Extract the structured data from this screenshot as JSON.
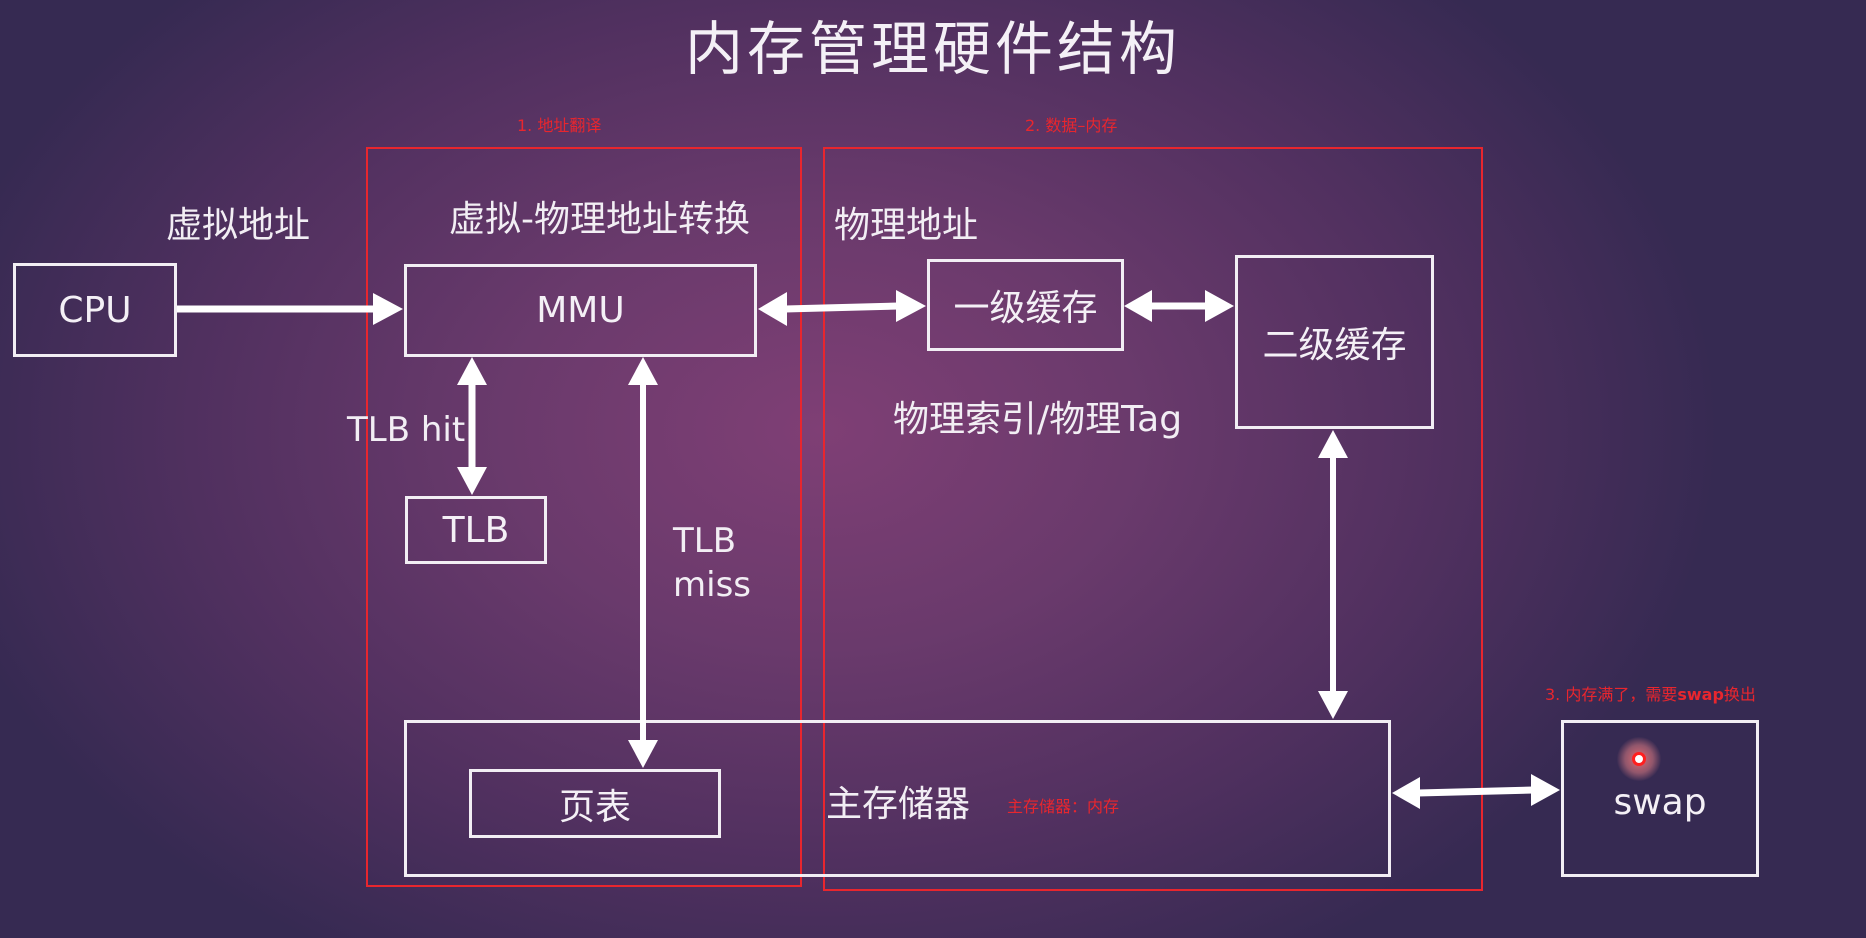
{
  "title": "内存管理硬件结构",
  "annotations": {
    "box1_label": "1. 地址翻译",
    "box2_label": "2. 数据–内存",
    "swap_note_prefix": "3. 内存满了，需要",
    "swap_note_bold": "swap",
    "swap_note_suffix": "换出",
    "main_memory_note": "主存储器：内存",
    "color": "#e8262e"
  },
  "labels": {
    "virtual_address": "虚拟地址",
    "virtual_physical_translation": "虚拟-物理地址转换",
    "physical_address": "物理地址",
    "physical_index_tag": "物理索引/物理Tag",
    "tlb_hit": "TLB hit",
    "tlb_miss_line1": "TLB",
    "tlb_miss_line2": "miss",
    "main_memory": "主存储器"
  },
  "nodes": {
    "cpu": "CPU",
    "mmu": "MMU",
    "tlb": "TLB",
    "page_table": "页表",
    "l1_cache": "一级缓存",
    "l2_cache": "二级缓存",
    "swap": "swap"
  },
  "edges": [
    {
      "from": "cpu",
      "to": "mmu",
      "direction": "forward"
    },
    {
      "from": "mmu",
      "to": "l1_cache",
      "direction": "both"
    },
    {
      "from": "l1_cache",
      "to": "l2_cache",
      "direction": "both"
    },
    {
      "from": "mmu",
      "to": "tlb",
      "direction": "both",
      "label": "TLB hit"
    },
    {
      "from": "mmu",
      "to": "page_table",
      "direction": "both",
      "label": "TLB miss"
    },
    {
      "from": "l2_cache",
      "to": "main_memory",
      "direction": "both"
    },
    {
      "from": "main_memory",
      "to": "swap",
      "direction": "both"
    }
  ]
}
